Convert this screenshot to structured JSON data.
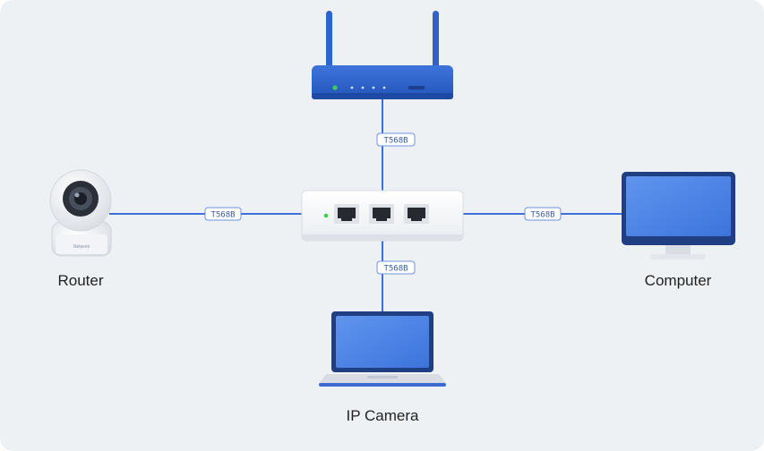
{
  "labels": {
    "camera": "Router",
    "computer": "Computer",
    "laptop": "IP Camera",
    "camera_brand": "Network",
    "cable_top": "T568B",
    "cable_left": "T568B",
    "cable_right": "T568B",
    "cable_bottom": "T568B"
  },
  "colors": {
    "background": "#eef1f4",
    "cable": "#3f6fd8",
    "device_blue": "#2e63c9",
    "screen_blue": "#4f86e8",
    "switch_body": "#f7f8fa",
    "led_green": "#3bd14a"
  }
}
